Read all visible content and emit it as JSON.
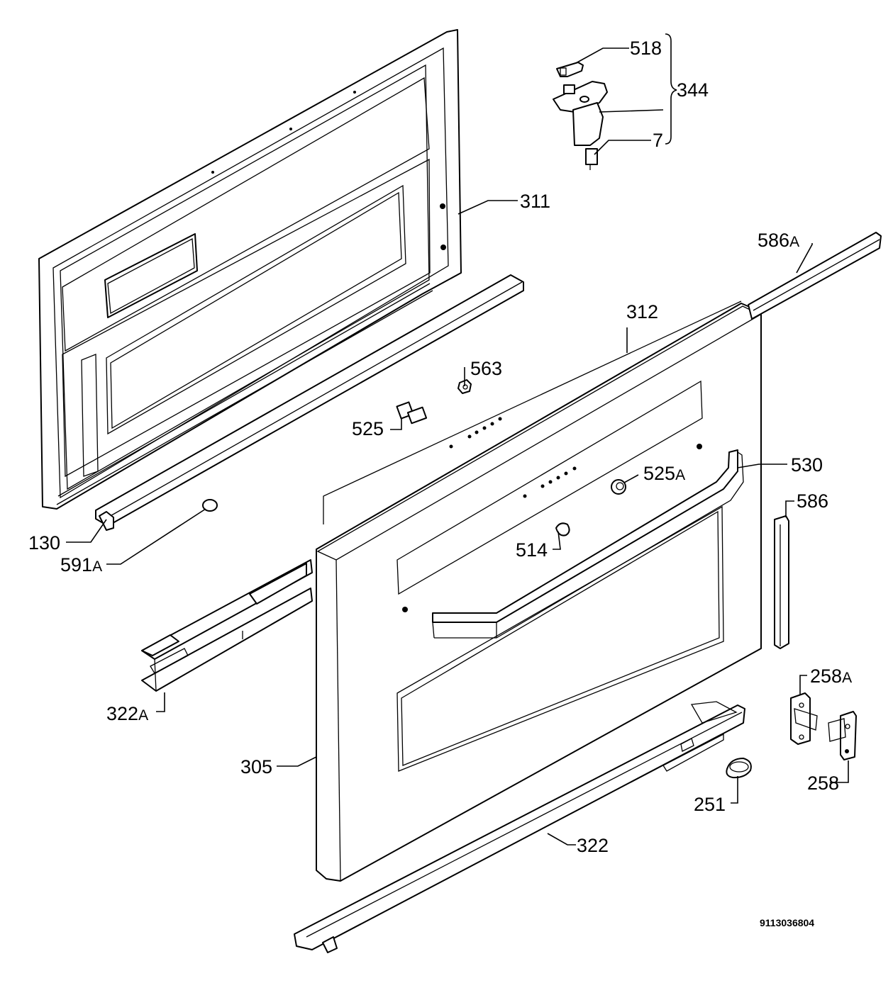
{
  "diagram_code": "9113036804",
  "callouts": {
    "c518": "518",
    "c344": "344",
    "c7": "7",
    "c311": "311",
    "c586a": "586",
    "c312": "312",
    "c563": "563",
    "c525": "525",
    "c525a": "525",
    "c530": "530",
    "c586": "586",
    "c130": "130",
    "c591a": "591",
    "c514": "514",
    "c322a": "322",
    "c258a": "258",
    "c305": "305",
    "c258": "258",
    "c251": "251",
    "c322": "322"
  },
  "suffix": "A"
}
